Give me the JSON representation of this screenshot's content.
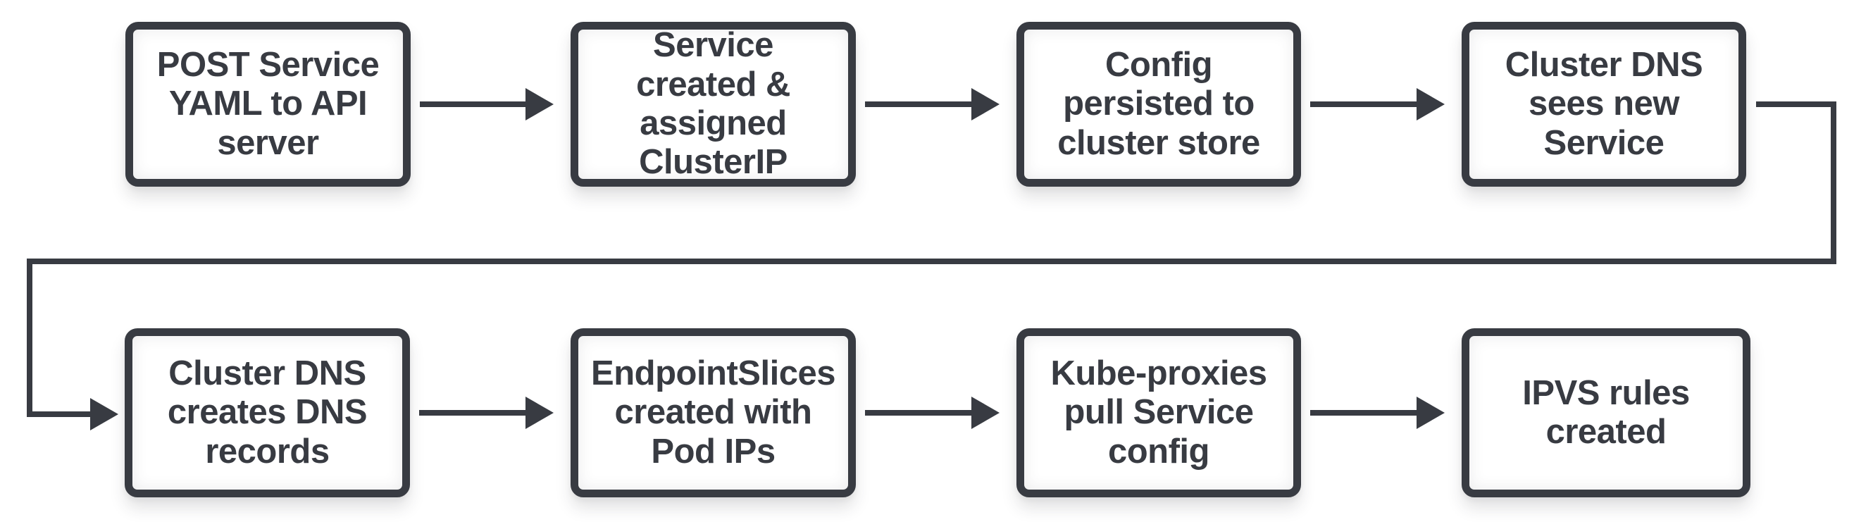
{
  "diagram": {
    "type": "flowchart",
    "direction": "left-to-right, wrapping to second row",
    "colors": {
      "ink": "#383b42",
      "box_fill": "#ffffff",
      "background": "#ffffff"
    }
  },
  "steps": [
    {
      "label": "POST Service\nYAML to API\nserver"
    },
    {
      "label": "Service\ncreated &\nassigned\nClusterIP"
    },
    {
      "label": "Config\npersisted to\ncluster store"
    },
    {
      "label": "Cluster DNS\nsees new\nService"
    },
    {
      "label": "Cluster DNS\ncreates DNS\nrecords"
    },
    {
      "label": "EndpointSlices\ncreated with\nPod IPs"
    },
    {
      "label": "Kube-proxies\npull Service\nconfig"
    },
    {
      "label": "IPVS rules\ncreated"
    }
  ]
}
